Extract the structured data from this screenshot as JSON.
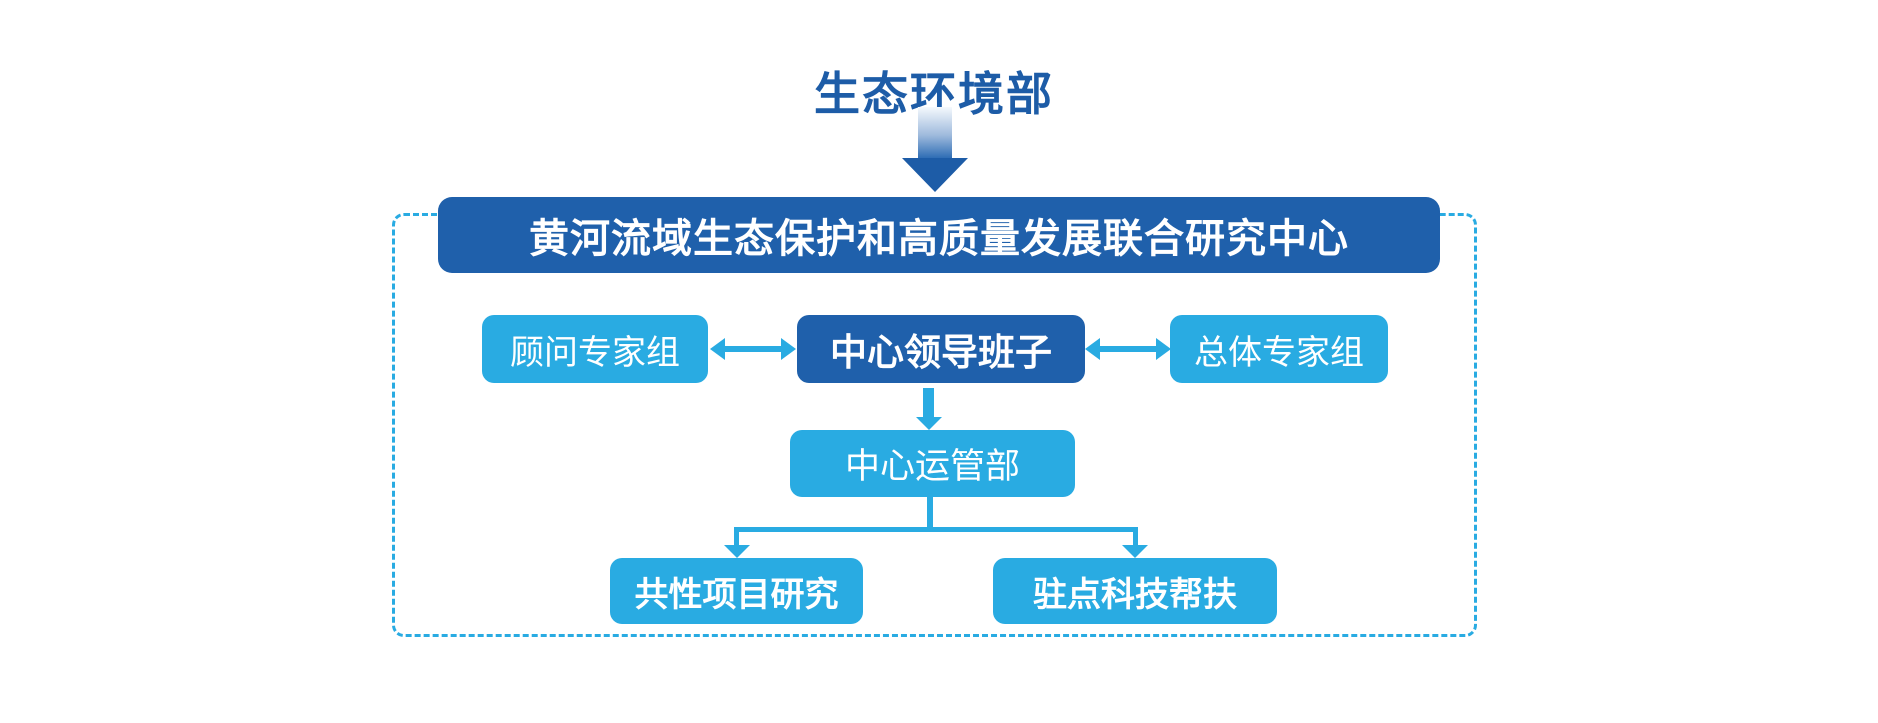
{
  "diagram": {
    "title": "生态环境部",
    "nodes": {
      "center": "黄河流域生态保护和高质量发展联合研究中心",
      "advisory": "顾问专家组",
      "leadership": "中心领导班子",
      "overall": "总体专家组",
      "operations": "中心运管部",
      "research": "共性项目研究",
      "assistance": "驻点科技帮扶"
    },
    "colors": {
      "light_blue": "#29abe2",
      "dark_blue": "#1f60ab",
      "title_blue": "#1d5ca7",
      "background": "#ffffff"
    }
  }
}
